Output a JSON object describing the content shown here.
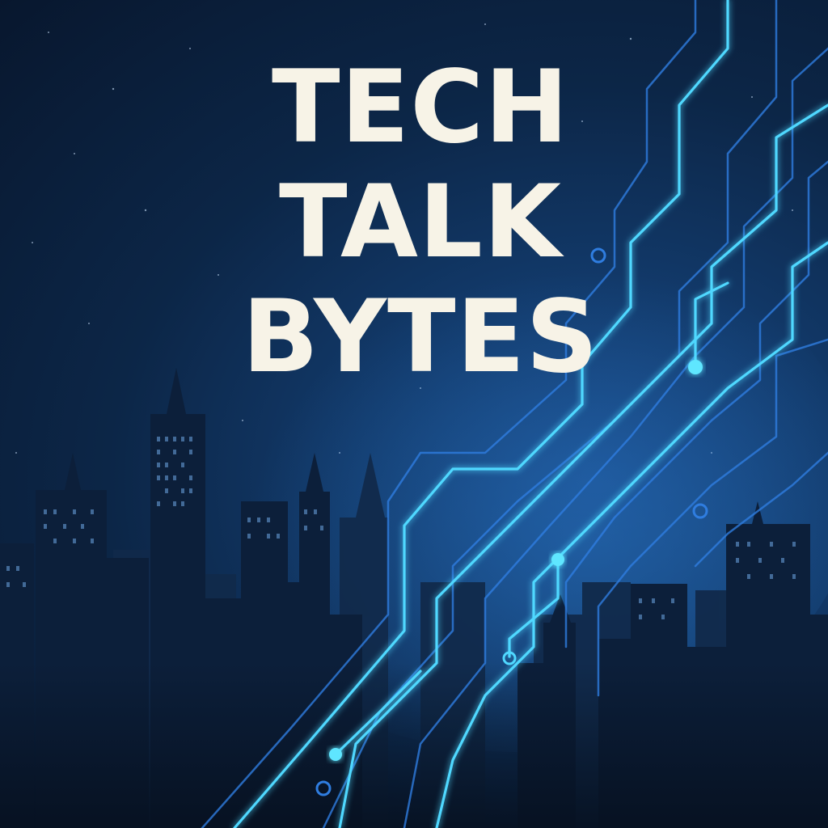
{
  "title": {
    "lines": [
      "TECH",
      "TALK",
      "BYTES"
    ]
  },
  "colors": {
    "sky_top": "#08172e",
    "sky_mid": "#123a6b",
    "title_text": "#f7f3e7",
    "circuit_glow": "#4fd8ff",
    "circuit_blue": "#2f7de0",
    "skyline": "#0a1a30"
  },
  "icons": [
    "stars",
    "city-skyline",
    "circuit-traces",
    "circuit-nodes"
  ]
}
